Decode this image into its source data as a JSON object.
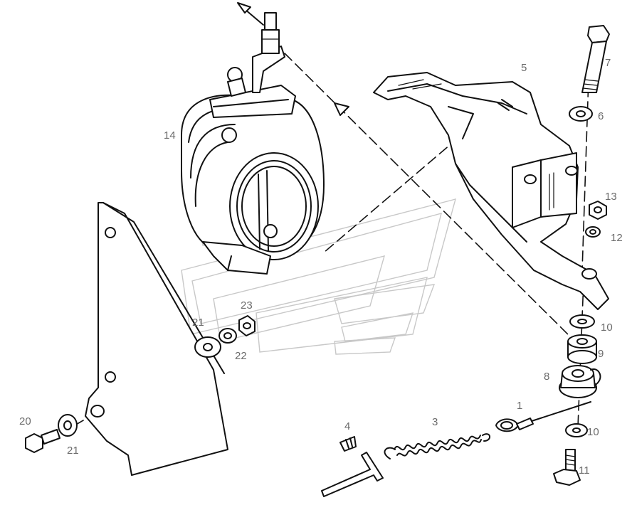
{
  "diagram": {
    "callouts": [
      {
        "id": "c1",
        "text": "1"
      },
      {
        "id": "c2",
        "text": "3"
      },
      {
        "id": "c3",
        "text": "4"
      },
      {
        "id": "c4",
        "text": "5"
      },
      {
        "id": "c5",
        "text": "6"
      },
      {
        "id": "c6",
        "text": "7"
      },
      {
        "id": "c7",
        "text": "8"
      },
      {
        "id": "c8",
        "text": "9"
      },
      {
        "id": "c9",
        "text": "10"
      },
      {
        "id": "c10",
        "text": "10"
      },
      {
        "id": "c11",
        "text": "11"
      },
      {
        "id": "c12",
        "text": "12"
      },
      {
        "id": "c13",
        "text": "13"
      },
      {
        "id": "c14",
        "text": "14"
      },
      {
        "id": "c15",
        "text": "20"
      },
      {
        "id": "c16",
        "text": "21"
      },
      {
        "id": "c17",
        "text": "21"
      },
      {
        "id": "c18",
        "text": "22"
      },
      {
        "id": "c19",
        "text": "23"
      }
    ],
    "colors": {
      "ink": "#111111",
      "label": "#6b6b6b",
      "watermark": "#c8c8c8",
      "background": "#ffffff"
    }
  }
}
